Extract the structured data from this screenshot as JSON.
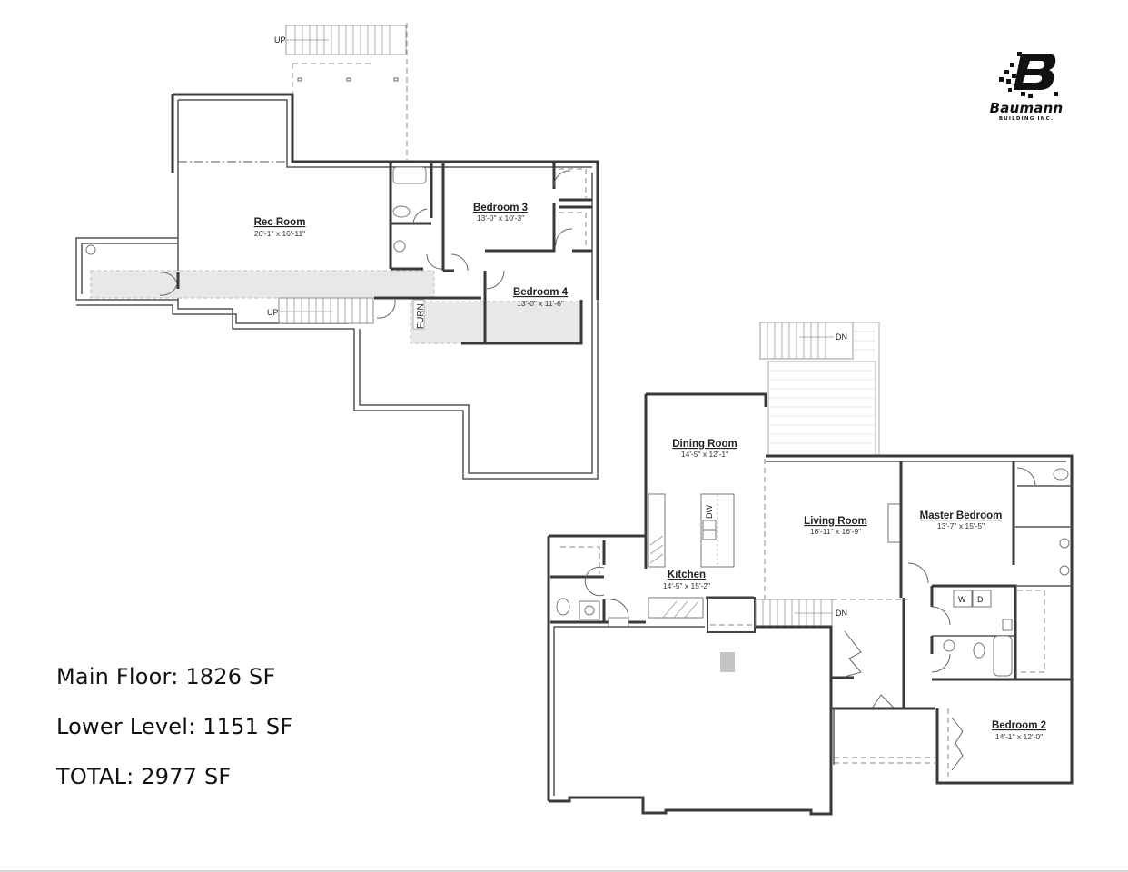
{
  "logo": {
    "icon": "baumann-b-pixel-logo-icon",
    "brand": "Baumann",
    "subtitle": "BUILDING INC."
  },
  "square_footage": {
    "main_floor": "Main Floor: 1826 SF",
    "lower_level": "Lower Level: 1151 SF",
    "total": "TOTAL: 2977 SF"
  },
  "lower_level_plan": {
    "stairs_top_label": "UP",
    "stairs_interior_label": "UP",
    "furnace_label": "FURN",
    "rooms": [
      {
        "name": "Rec Room",
        "dimensions": "26'-1\" x 16'-11\""
      },
      {
        "name": "Bedroom 3",
        "dimensions": "13'-0\" x 10'-3\""
      },
      {
        "name": "Bedroom 4",
        "dimensions": "13'-0\" x 11'-6\""
      }
    ]
  },
  "main_floor_plan": {
    "deck_stairs_label": "DN",
    "interior_stairs_label": "DN",
    "island_label": "DW",
    "laundry_labels": {
      "washer": "W",
      "dryer": "D"
    },
    "rooms": [
      {
        "name": "Dining Room",
        "dimensions": "14'-5\" x 12'-1\""
      },
      {
        "name": "Living Room",
        "dimensions": "16'-11\" x 16'-9\""
      },
      {
        "name": "Master Bedroom",
        "dimensions": "13'-7\" x 15'-5\""
      },
      {
        "name": "Kitchen",
        "dimensions": "14'-5\" x 15'-2\""
      },
      {
        "name": "Bedroom 2",
        "dimensions": "14'-1\" x 12'-0\""
      }
    ]
  },
  "colors": {
    "wall": "#3a3a3a",
    "corridor_fill": "#e8e8e8",
    "garage_marker": "#c4c4c4",
    "background": "#ffffff"
  }
}
